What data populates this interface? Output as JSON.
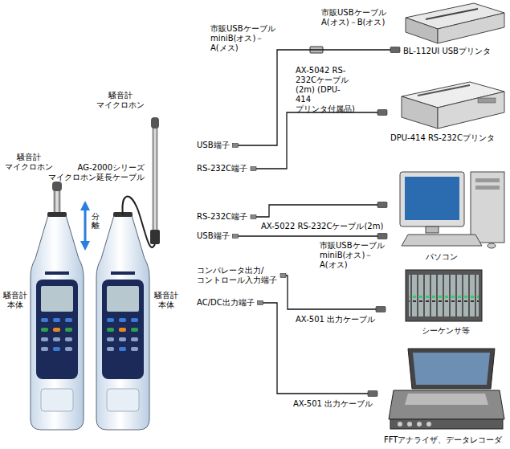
{
  "diagram": {
    "nodes": [
      {
        "text": [
          "USB端子"
        ]
      },
      {
        "text": [
          "RS-232C端子"
        ]
      },
      {
        "text": [
          "RS-232C端子"
        ]
      },
      {
        "text": [
          "USB端子"
        ]
      },
      {
        "text": [
          "コンパレータ出力/ コントロール入力端子"
        ]
      },
      {
        "text": [
          "AC/DC出力端子"
        ]
      },
      {
        "text": [
          "BL-112UI USBプリンタ"
        ]
      },
      {
        "text": [
          "DPU-414 RS-232Cプリンタ"
        ]
      },
      {
        "text": [
          "パソコン"
        ]
      },
      {
        "text": [
          "シーケンサ等"
        ]
      },
      {
        "text": [
          "FFTアナライザ、データレコーダ"
        ]
      }
    ],
    "edges": [
      {
        "from": 0,
        "to": 6,
        "arrow": "none",
        "label": "市販USBケーブル miniB(オス)－A(メス)"
      },
      {
        "from": 1,
        "to": 7,
        "arrow": "none",
        "label": "AX-5042 RS-232Cケーブル(2m) (DPU-414 プリンタ付属品)"
      },
      {
        "from": 2,
        "to": 8,
        "arrow": "none",
        "label": "AX-5022 RS-232Cケーブル(2m)"
      },
      {
        "from": 3,
        "to": 8,
        "arrow": "none",
        "label": "市販USBケーブル miniB(オス)－A(オス)"
      },
      {
        "from": 4,
        "to": 9,
        "arrow": "none",
        "label": "AX-501 出力ケーブル"
      },
      {
        "from": 5,
        "to": 10,
        "arrow": "none",
        "label": "AX-501 出力ケーブル"
      }
    ],
    "labels": [
      "市販USBケーブル A(オス)－B(オス)",
      "騒音計 マイクロホン",
      "騒音計 マイクロホン",
      "AG-2000シリーズ マイクロホン延長ケーブル",
      "分離",
      "騒音計 本体",
      "騒音計 本体"
    ]
  }
}
